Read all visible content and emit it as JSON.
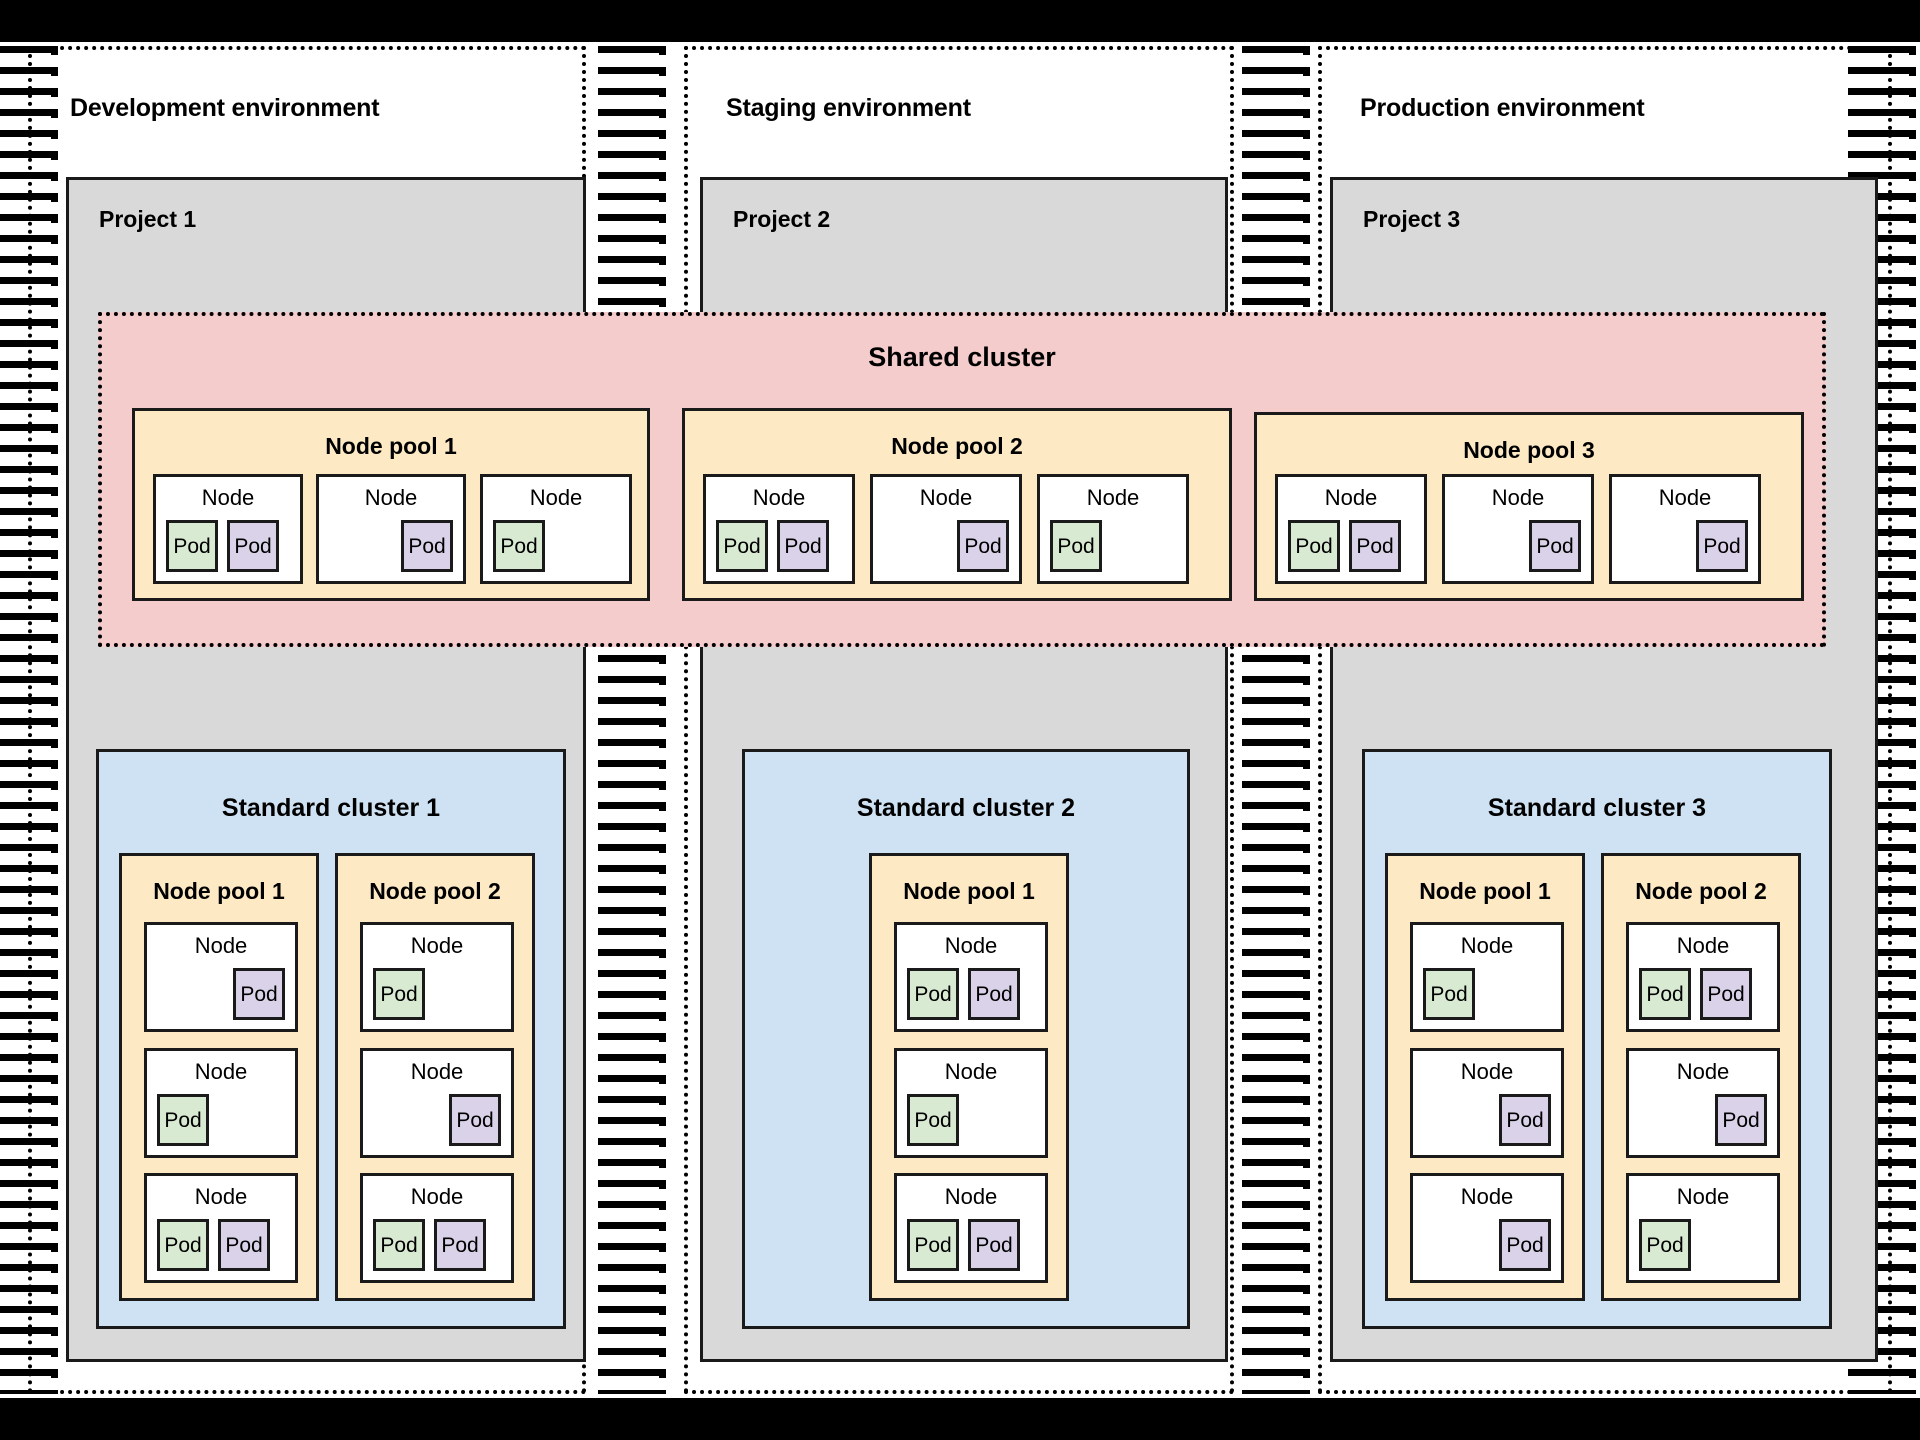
{
  "palette": {
    "project_fill": "#d9d9d9",
    "shared_cluster_fill": "#f4cccc",
    "standard_cluster_fill": "#cfe2f3",
    "node_pool_fill": "#fdeac4",
    "node_fill": "#ffffff",
    "pod_green": "#d9ead3",
    "pod_purple": "#d9d2e9",
    "stroke": "#000000",
    "band": "#000000"
  },
  "labels": {
    "node": "Node",
    "pod": "Pod"
  },
  "shared_cluster": {
    "title": "Shared cluster",
    "node_pools": [
      {
        "title": "Node pool 1",
        "nodes": [
          {
            "label": "Node",
            "pods": [
              "green",
              "purple"
            ],
            "align": "left"
          },
          {
            "label": "Node",
            "pods": [
              "purple"
            ],
            "align": "right"
          },
          {
            "label": "Node",
            "pods": [
              "green"
            ],
            "align": "left"
          }
        ]
      },
      {
        "title": "Node pool 2",
        "nodes": [
          {
            "label": "Node",
            "pods": [
              "green",
              "purple"
            ],
            "align": "left"
          },
          {
            "label": "Node",
            "pods": [
              "purple"
            ],
            "align": "right"
          },
          {
            "label": "Node",
            "pods": [
              "green"
            ],
            "align": "left"
          }
        ]
      },
      {
        "title": "Node pool 3",
        "nodes": [
          {
            "label": "Node",
            "pods": [
              "green",
              "purple"
            ],
            "align": "left"
          },
          {
            "label": "Node",
            "pods": [
              "purple"
            ],
            "align": "right"
          },
          {
            "label": "Node",
            "pods": [
              "purple"
            ],
            "align": "right"
          }
        ]
      }
    ]
  },
  "environments": [
    {
      "title": "Development environment",
      "project": {
        "title": "Project 1"
      },
      "standard_cluster": {
        "title": "Standard cluster 1",
        "node_pools": [
          {
            "title": "Node pool 1",
            "nodes": [
              {
                "label": "Node",
                "pods": [
                  "purple"
                ],
                "align": "right"
              },
              {
                "label": "Node",
                "pods": [
                  "green"
                ],
                "align": "left"
              },
              {
                "label": "Node",
                "pods": [
                  "green",
                  "purple"
                ],
                "align": "left"
              }
            ]
          },
          {
            "title": "Node pool 2",
            "nodes": [
              {
                "label": "Node",
                "pods": [
                  "green"
                ],
                "align": "left"
              },
              {
                "label": "Node",
                "pods": [
                  "purple"
                ],
                "align": "right"
              },
              {
                "label": "Node",
                "pods": [
                  "green",
                  "purple"
                ],
                "align": "left"
              }
            ]
          }
        ]
      }
    },
    {
      "title": "Staging environment",
      "project": {
        "title": "Project 2"
      },
      "standard_cluster": {
        "title": "Standard cluster 2",
        "node_pools": [
          {
            "title": "Node pool 1",
            "nodes": [
              {
                "label": "Node",
                "pods": [
                  "green",
                  "purple"
                ],
                "align": "left"
              },
              {
                "label": "Node",
                "pods": [
                  "green"
                ],
                "align": "left"
              },
              {
                "label": "Node",
                "pods": [
                  "green",
                  "purple"
                ],
                "align": "left"
              }
            ]
          }
        ]
      }
    },
    {
      "title": "Production environment",
      "project": {
        "title": "Project 3"
      },
      "standard_cluster": {
        "title": "Standard cluster 3",
        "node_pools": [
          {
            "title": "Node pool 1",
            "nodes": [
              {
                "label": "Node",
                "pods": [
                  "green"
                ],
                "align": "left"
              },
              {
                "label": "Node",
                "pods": [
                  "purple"
                ],
                "align": "right"
              },
              {
                "label": "Node",
                "pods": [
                  "purple"
                ],
                "align": "right"
              }
            ]
          },
          {
            "title": "Node pool 2",
            "nodes": [
              {
                "label": "Node",
                "pods": [
                  "green",
                  "purple"
                ],
                "align": "left"
              },
              {
                "label": "Node",
                "pods": [
                  "purple"
                ],
                "align": "right"
              },
              {
                "label": "Node",
                "pods": [
                  "green"
                ],
                "align": "left"
              }
            ]
          }
        ]
      }
    }
  ]
}
